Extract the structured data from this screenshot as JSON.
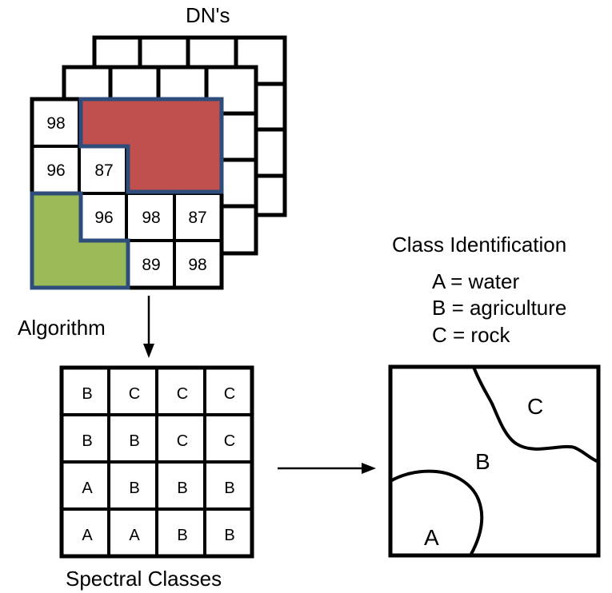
{
  "dn_title": "DN's",
  "algorithm_label": "Algorithm",
  "spectral_caption": "Spectral Classes",
  "class_identification": {
    "title": "Class Identification",
    "items": [
      "A = water",
      "B = agriculture",
      "C = rock"
    ]
  },
  "dn_values": [
    [
      "98",
      "",
      "",
      ""
    ],
    [
      "96",
      "87",
      "",
      ""
    ],
    [
      "",
      "96",
      "98",
      "87"
    ],
    [
      "",
      "",
      "89",
      "98"
    ]
  ],
  "spectral_grid": [
    [
      "B",
      "C",
      "C",
      "C"
    ],
    [
      "B",
      "B",
      "C",
      "C"
    ],
    [
      "A",
      "B",
      "B",
      "B"
    ],
    [
      "A",
      "A",
      "B",
      "B"
    ]
  ],
  "map_regions": [
    "A",
    "B",
    "C"
  ],
  "colors": {
    "red_region": "#c0504d",
    "green_region": "#9bbb59",
    "region_border": "#2e4d7b"
  }
}
